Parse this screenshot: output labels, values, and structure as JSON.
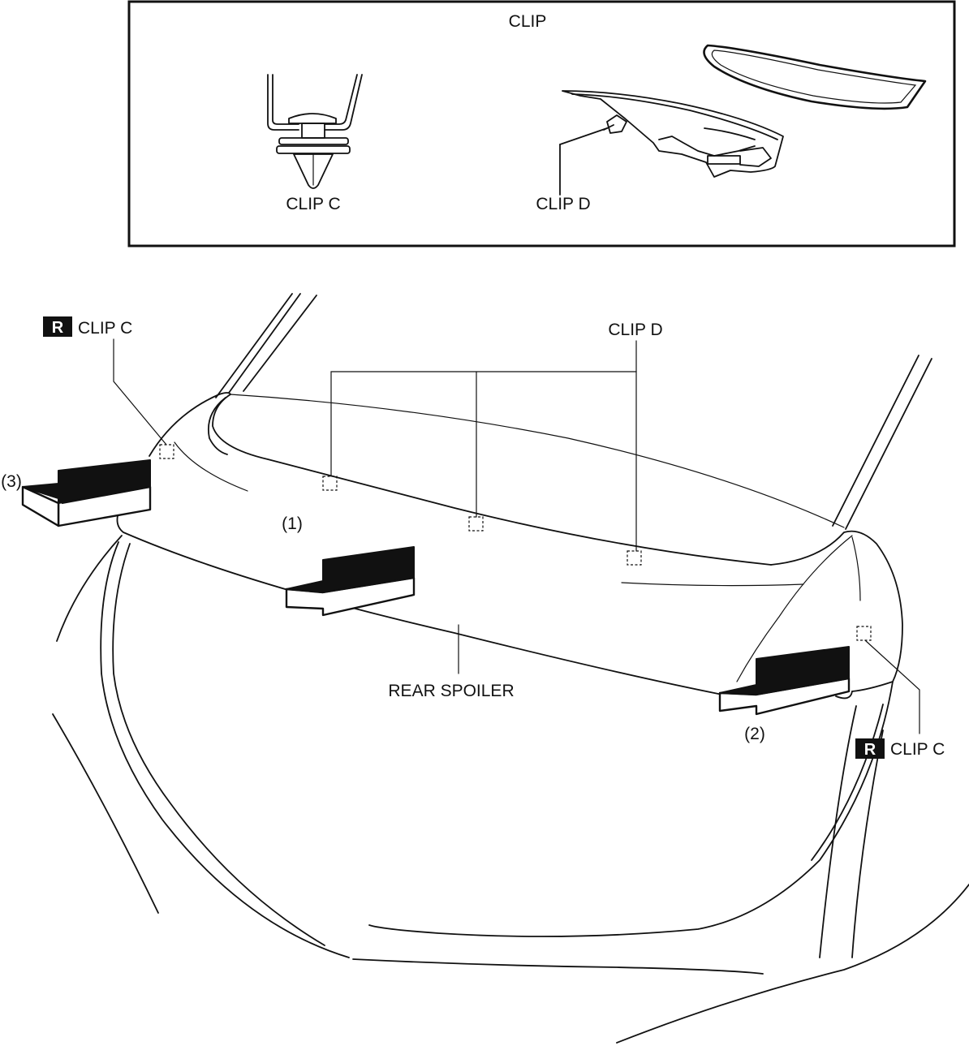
{
  "detail_box": {
    "title": "CLIP",
    "clip_c_label": "CLIP C",
    "clip_d_label": "CLIP D"
  },
  "main": {
    "clip_d_label": "CLIP D",
    "clip_c_left": {
      "badge": "R",
      "label": "CLIP C"
    },
    "clip_c_right": {
      "badge": "R",
      "label": "CLIP C"
    },
    "step_1": "(1)",
    "step_2": "(2)",
    "step_3": "(3)",
    "part_label": "REAR SPOILER"
  },
  "colors": {
    "line": "#111111",
    "background": "#ffffff",
    "badge": "#111111"
  }
}
